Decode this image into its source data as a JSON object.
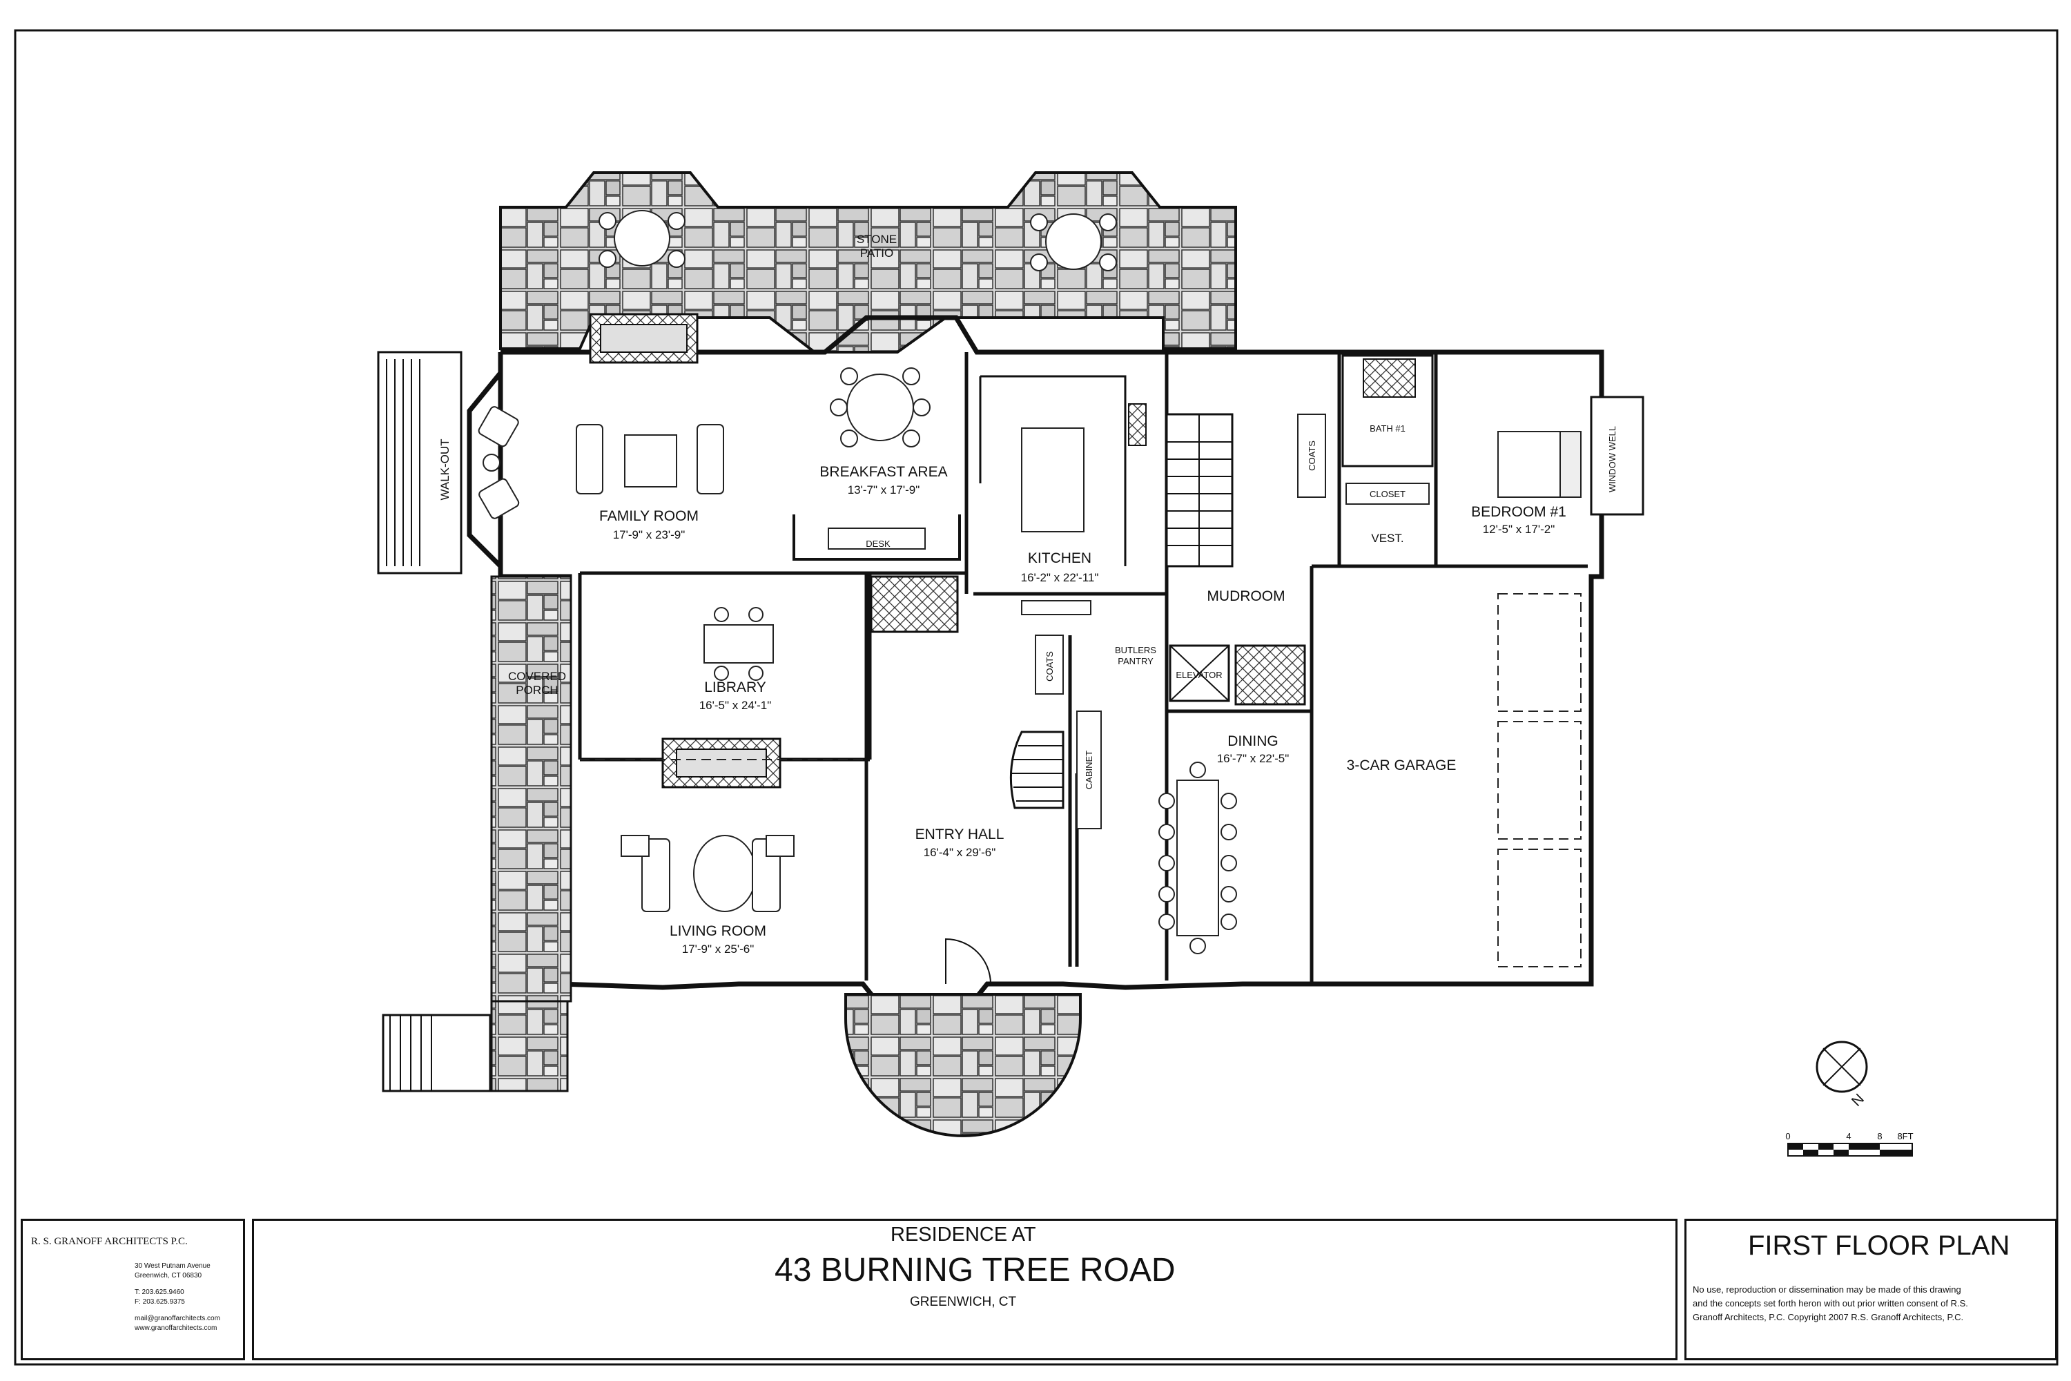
{
  "plan": {
    "rooms": [
      {
        "key": "stone_patio_1",
        "label": "STONE"
      },
      {
        "key": "stone_patio_2",
        "label": "PATIO"
      },
      {
        "key": "walk_out",
        "label": "WALK-OUT"
      },
      {
        "key": "family_room",
        "label": "FAMILY ROOM",
        "dims": "17'-9\" x 23'-9\""
      },
      {
        "key": "breakfast",
        "label": "BREAKFAST AREA",
        "dims": "13'-7\" x 17'-9\""
      },
      {
        "key": "desk",
        "label": "DESK"
      },
      {
        "key": "kitchen",
        "label": "KITCHEN",
        "dims": "16'-2\" x 22'-11\""
      },
      {
        "key": "mudroom",
        "label": "MUDROOM"
      },
      {
        "key": "coats_1",
        "label": "COATS"
      },
      {
        "key": "bath",
        "label": "BATH #1"
      },
      {
        "key": "closet",
        "label": "CLOSET"
      },
      {
        "key": "vest",
        "label": "VEST."
      },
      {
        "key": "bedroom",
        "label": "BEDROOM #1",
        "dims": "12'-5\" x 17'-2\""
      },
      {
        "key": "window_well",
        "label": "WINDOW WELL"
      },
      {
        "key": "covered_porch_1",
        "label": "COVERED"
      },
      {
        "key": "covered_porch_2",
        "label": "PORCH"
      },
      {
        "key": "library",
        "label": "LIBRARY",
        "dims": "16'-5\" x 24'-1\""
      },
      {
        "key": "coats_2",
        "label": "COATS"
      },
      {
        "key": "butlers_1",
        "label": "BUTLERS"
      },
      {
        "key": "butlers_2",
        "label": "PANTRY"
      },
      {
        "key": "elevator",
        "label": "ELEVATOR"
      },
      {
        "key": "cabinet",
        "label": "CABINET"
      },
      {
        "key": "dining",
        "label": "DINING",
        "dims": "16'-7\" x 22'-5\""
      },
      {
        "key": "garage",
        "label": "3-CAR GARAGE"
      },
      {
        "key": "entry",
        "label": "ENTRY HALL",
        "dims": "16'-4\" x 29'-6\""
      },
      {
        "key": "living",
        "label": "LIVING ROOM",
        "dims": "17'-9\" x 25'-6\""
      }
    ],
    "north_label": "N",
    "scale": {
      "labels": [
        "0",
        "4",
        "8",
        "8FT"
      ]
    }
  },
  "title_block": {
    "firm": {
      "name": "R. S. GRANOFF ARCHITECTS P.C.",
      "address_1": "30 West Putnam Avenue",
      "address_2": "Greenwich, CT 06830",
      "phone": "T: 203.625.9460",
      "fax": "F: 203.625.9375",
      "email": "mail@granoffarchitects.com",
      "web": "www.granoffarchitects.com"
    },
    "project": {
      "header": "RESIDENCE AT",
      "address": "43 BURNING TREE ROAD",
      "city": "GREENWICH, CT"
    },
    "sheet": {
      "title": "FIRST FLOOR PLAN",
      "notice_1": "No use, reproduction or dissemination may be made of this drawing",
      "notice_2": "and the concepts set forth heron with out prior written consent of R.S.",
      "notice_3": "Granoff Architects, P.C. Copyright 2007 R.S. Granoff Architects, P.C."
    }
  }
}
